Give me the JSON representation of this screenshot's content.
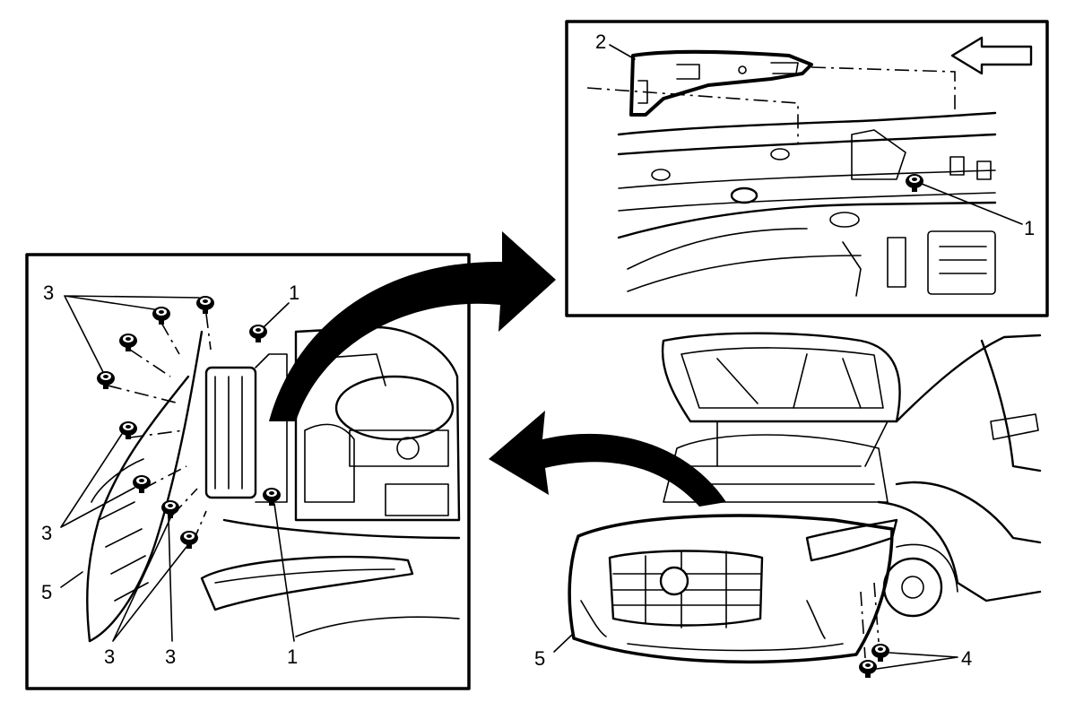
{
  "callouts": {
    "left_panel": {
      "c3_top": "3",
      "c1_top": "1",
      "c3_mid": "3",
      "c5": "5",
      "c3_bottom_left": "3",
      "c3_bottom_right": "3",
      "c1_bottom": "1"
    },
    "inset": {
      "c2": "2",
      "c1": "1"
    },
    "vehicle": {
      "c5": "5",
      "c4": "4"
    }
  },
  "colors": {
    "line": "#000000",
    "background": "#ffffff"
  }
}
